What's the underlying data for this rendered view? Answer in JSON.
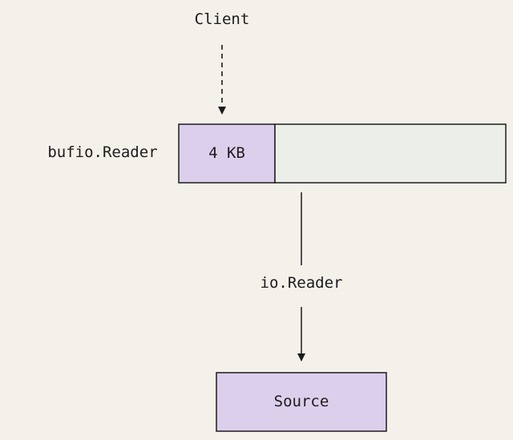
{
  "labels": {
    "client": "Client",
    "buffered_reader": "bufio.Reader",
    "buffer_size": "4 KB",
    "io_reader": "io.Reader",
    "source": "Source"
  },
  "colors": {
    "background": "#f4f0ea",
    "buffer_filled": "#dccfec",
    "buffer_empty": "#eceee8",
    "source_box": "#dccfec",
    "stroke": "#1c1c1c"
  }
}
